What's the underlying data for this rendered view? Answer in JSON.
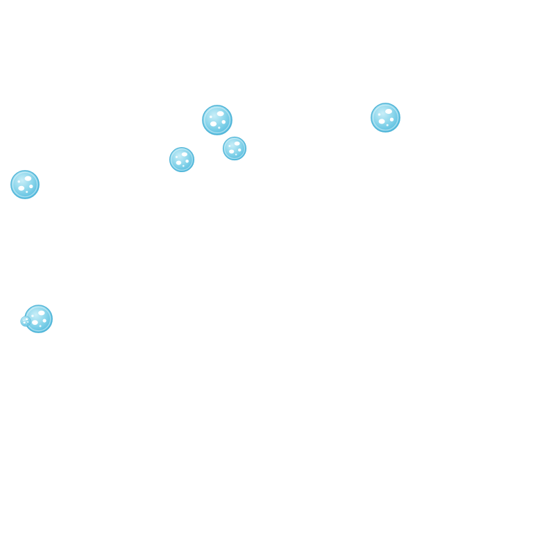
{
  "scene": {
    "background_color": "#ffffff",
    "bubble_colors": {
      "fill": "#7fd0e8",
      "fill_light": "#c9eef8",
      "rim": "#4fb3d6",
      "highlight": "#ffffff"
    },
    "bubbles": [
      {
        "label": "bubble-large-center"
      },
      {
        "label": "bubble-small-center"
      },
      {
        "label": "bubble-left-center"
      },
      {
        "label": "bubble-right"
      },
      {
        "label": "bubble-far-left-upper"
      },
      {
        "label": "bubble-far-left-lower"
      },
      {
        "label": "bubble-tiny-cluster"
      }
    ]
  }
}
